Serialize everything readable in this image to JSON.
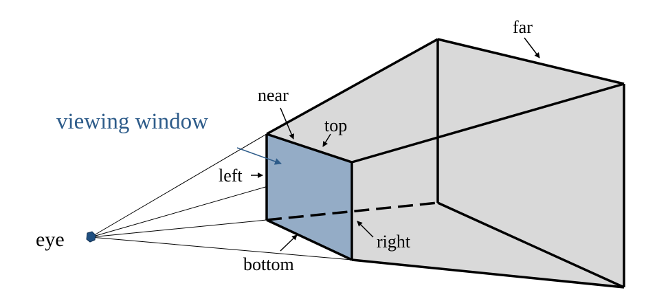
{
  "diagram": {
    "title": "viewing window",
    "labels": {
      "far": "far",
      "near": "near",
      "top": "top",
      "left": "left",
      "right": "right",
      "bottom": "bottom",
      "eye": "eye"
    },
    "colors": {
      "frustum_fill": "#d9d9d9",
      "window_fill": "#94acc6",
      "title_color": "#2e5c8a",
      "eye_color": "#1f4f80",
      "stroke": "#000000"
    }
  }
}
